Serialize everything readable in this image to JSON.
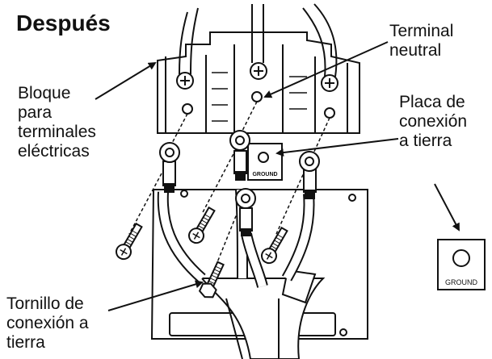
{
  "title": "Después",
  "labels": {
    "terminal_block": [
      "Bloque",
      "para",
      "terminales",
      "eléctricas"
    ],
    "neutral_terminal": [
      "Terminal",
      "neutral"
    ],
    "ground_plate": [
      "Placa de",
      "conexión",
      "a tierra"
    ],
    "ground_screw": [
      "Tornillo de",
      "conexión a",
      "tierra"
    ]
  },
  "plate_text": "GROUND",
  "detail_plate_text": "GROUND"
}
